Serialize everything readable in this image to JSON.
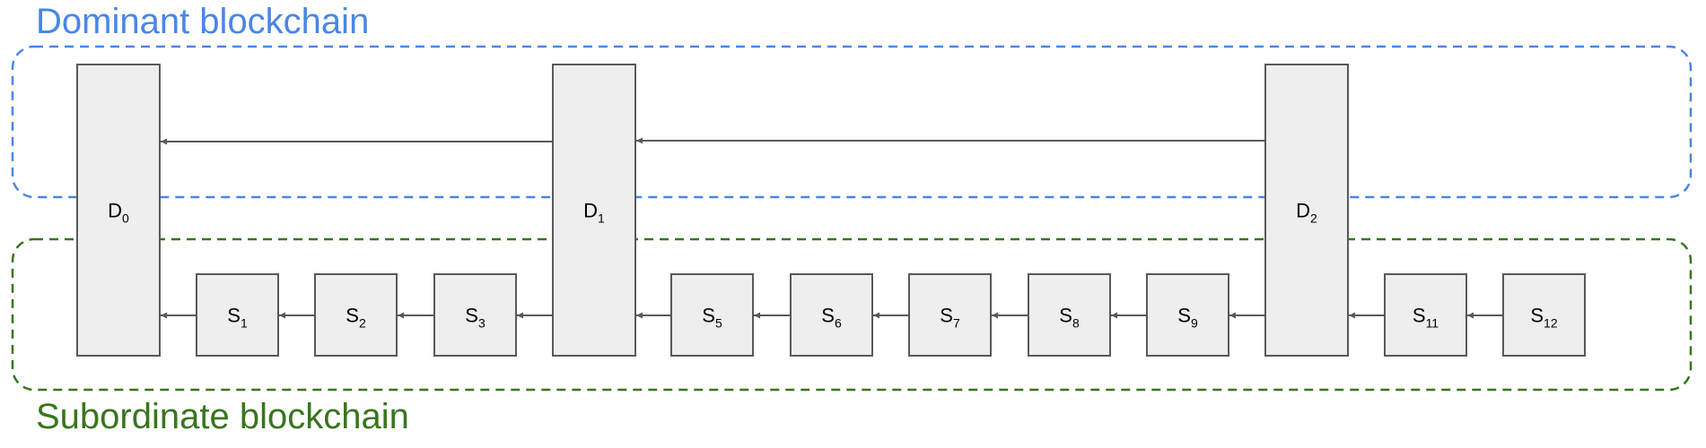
{
  "colors": {
    "dominant": "#4a86e8",
    "subordinate": "#38761d",
    "block_fill": "#eeeeee",
    "block_stroke": "#595959",
    "arrow": "#595959"
  },
  "regions": {
    "dominant": {
      "title": "Dominant blockchain"
    },
    "subordinate": {
      "title": "Subordinate blockchain"
    }
  },
  "dominant_blocks": [
    {
      "id": "d0",
      "letter": "D",
      "sub": "0"
    },
    {
      "id": "d1",
      "letter": "D",
      "sub": "1"
    },
    {
      "id": "d2",
      "letter": "D",
      "sub": "2"
    }
  ],
  "subordinate_blocks": [
    {
      "id": "s1",
      "letter": "S",
      "sub": "1"
    },
    {
      "id": "s2",
      "letter": "S",
      "sub": "2"
    },
    {
      "id": "s3",
      "letter": "S",
      "sub": "3"
    },
    {
      "id": "s5",
      "letter": "S",
      "sub": "5"
    },
    {
      "id": "s6",
      "letter": "S",
      "sub": "6"
    },
    {
      "id": "s7",
      "letter": "S",
      "sub": "7"
    },
    {
      "id": "s8",
      "letter": "S",
      "sub": "8"
    },
    {
      "id": "s9",
      "letter": "S",
      "sub": "9"
    },
    {
      "id": "s11",
      "letter": "S",
      "sub": "11"
    },
    {
      "id": "s12",
      "letter": "S",
      "sub": "12"
    }
  ],
  "links": [
    {
      "from": "d1",
      "to": "d0",
      "level": "top"
    },
    {
      "from": "d2",
      "to": "d1",
      "level": "top"
    },
    {
      "from": "s1",
      "to": "d0",
      "level": "bottom"
    },
    {
      "from": "s2",
      "to": "s1",
      "level": "bottom"
    },
    {
      "from": "s3",
      "to": "s2",
      "level": "bottom"
    },
    {
      "from": "d1",
      "to": "s3",
      "level": "bottom"
    },
    {
      "from": "s5",
      "to": "d1",
      "level": "bottom"
    },
    {
      "from": "s6",
      "to": "s5",
      "level": "bottom"
    },
    {
      "from": "s7",
      "to": "s6",
      "level": "bottom"
    },
    {
      "from": "s8",
      "to": "s7",
      "level": "bottom"
    },
    {
      "from": "s9",
      "to": "s8",
      "level": "bottom"
    },
    {
      "from": "d2",
      "to": "s9",
      "level": "bottom"
    },
    {
      "from": "s11",
      "to": "d2",
      "level": "bottom"
    },
    {
      "from": "s12",
      "to": "s11",
      "level": "bottom"
    }
  ]
}
